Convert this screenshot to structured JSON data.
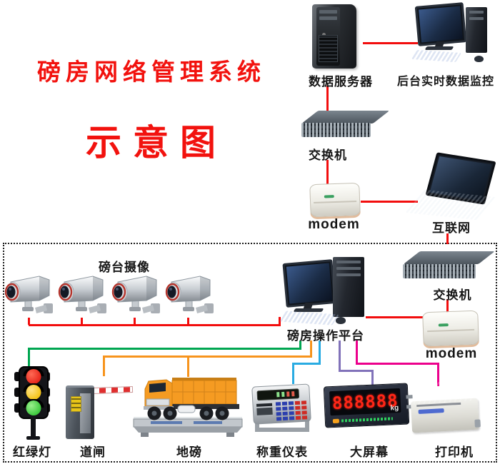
{
  "title": {
    "line1": "磅房网络管理系统",
    "line2": "示意图",
    "color": "#f2120e"
  },
  "colors": {
    "line_red": "#f20d0d",
    "line_green": "#00a651",
    "line_orange": "#f7941d",
    "line_blue": "#29abe2",
    "line_purple": "#8172b9",
    "line_pink": "#ec008c"
  },
  "top_network": {
    "server": {
      "label": "数据服务器"
    },
    "backend_pc": {
      "label": "后台实时数据监控"
    },
    "switch": {
      "label": "交换机"
    },
    "modem": {
      "label": "modem"
    },
    "internet": {
      "label": "互联网"
    }
  },
  "station_area": {
    "cameras": {
      "label": "磅台摄像"
    },
    "operator_pc": {
      "label": "磅房操作平台"
    },
    "switch": {
      "label": "交换机"
    },
    "modem": {
      "label": "modem"
    },
    "traffic_light": {
      "label": "红绿灯"
    },
    "barrier": {
      "label": "道闸"
    },
    "weighbridge": {
      "label": "地磅"
    },
    "indicator": {
      "label": "称重仪表"
    },
    "big_screen": {
      "label": "大屏幕",
      "value": "888888",
      "unit": "kg"
    },
    "printer": {
      "label": "打印机"
    }
  }
}
